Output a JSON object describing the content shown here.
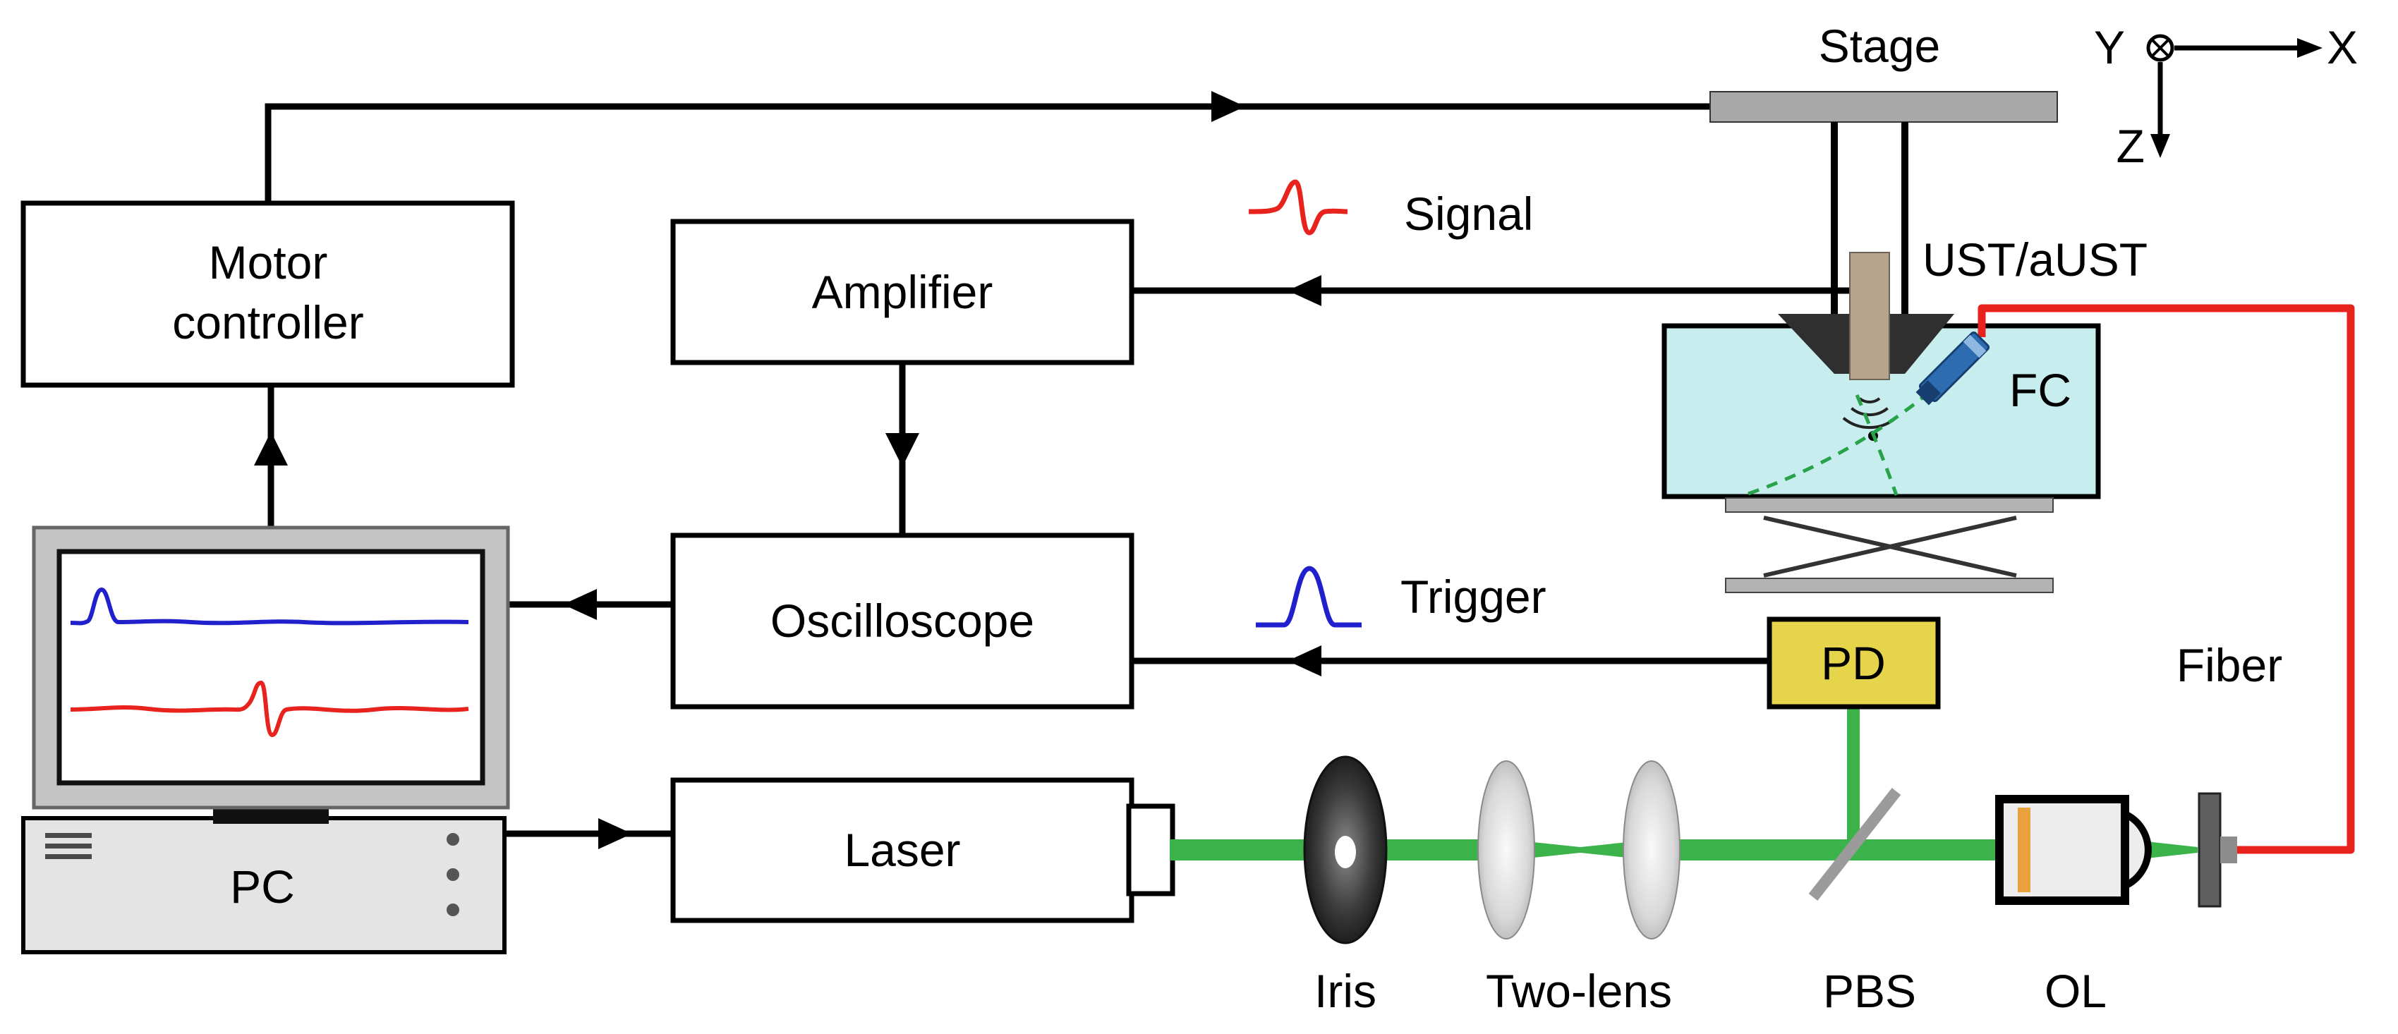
{
  "diagram": {
    "boxes": {
      "motor_controller_line1": "Motor",
      "motor_controller_line2": "controller",
      "amplifier": "Amplifier",
      "oscilloscope": "Oscilloscope",
      "laser": "Laser",
      "pc": "PC",
      "pd": "PD"
    },
    "labels": {
      "stage": "Stage",
      "signal": "Signal",
      "trigger": "Trigger",
      "ust": "UST/aUST",
      "fc": "FC",
      "fiber": "Fiber",
      "iris": "Iris",
      "two_lens": "Two-lens",
      "pbs": "PBS",
      "ol": "OL"
    },
    "axes": {
      "x": "X",
      "y": "Y",
      "z": "Z"
    },
    "colors": {
      "beam_green": "#3cb34a",
      "fiber_red": "#e8221c",
      "signal_red": "#e8221c",
      "trigger_blue": "#2020cc",
      "monitor_trace_blue": "#2020cc",
      "monitor_trace_red": "#e8221c",
      "water_cyan": "#c8edef",
      "pd_yellow": "#e6d54b",
      "stage_gray": "#a8a8a8",
      "fc_blue": "#2e6cb2",
      "scan_dash_green": "#28a349"
    }
  }
}
